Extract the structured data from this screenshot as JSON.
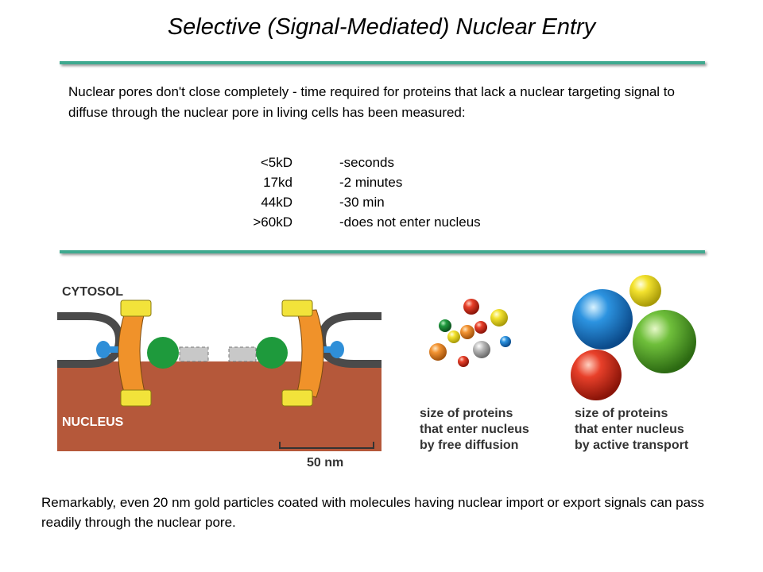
{
  "title": "Selective (Signal-Mediated) Nuclear Entry",
  "intro": "Nuclear pores don't close completely - time required for proteins that lack a nuclear targeting signal to diffuse through the nuclear pore in living cells has been measured:",
  "sizes": [
    {
      "size": "<5kD",
      "time": "-seconds"
    },
    {
      "size": "17kd",
      "time": "-2 minutes"
    },
    {
      "size": "44kD",
      "time": "-30 min"
    },
    {
      "size": ">60kD",
      "time": "-does not enter nucleus"
    }
  ],
  "diagram": {
    "cytosol_label": "CYTOSOL",
    "nucleus_label": "NUCLEUS",
    "scale_label": "50 nm",
    "free_caption": [
      "size of proteins",
      "that enter nucleus",
      "by free diffusion"
    ],
    "active_caption": [
      "size of proteins",
      "that enter nucleus",
      "by active transport"
    ]
  },
  "colors": {
    "rule": "#3fa98f",
    "nucleus_fill": "#b5583a",
    "membrane": "#4a4a4a",
    "pore_orange": "#f0922a",
    "pore_yellow": "#f2e33a",
    "pore_green": "#1e9a3c",
    "pore_blue": "#2f8fd8"
  },
  "footer": "Remarkably, even 20 nm gold particles coated with molecules having nuclear import or export signals can pass readily through the nuclear pore."
}
